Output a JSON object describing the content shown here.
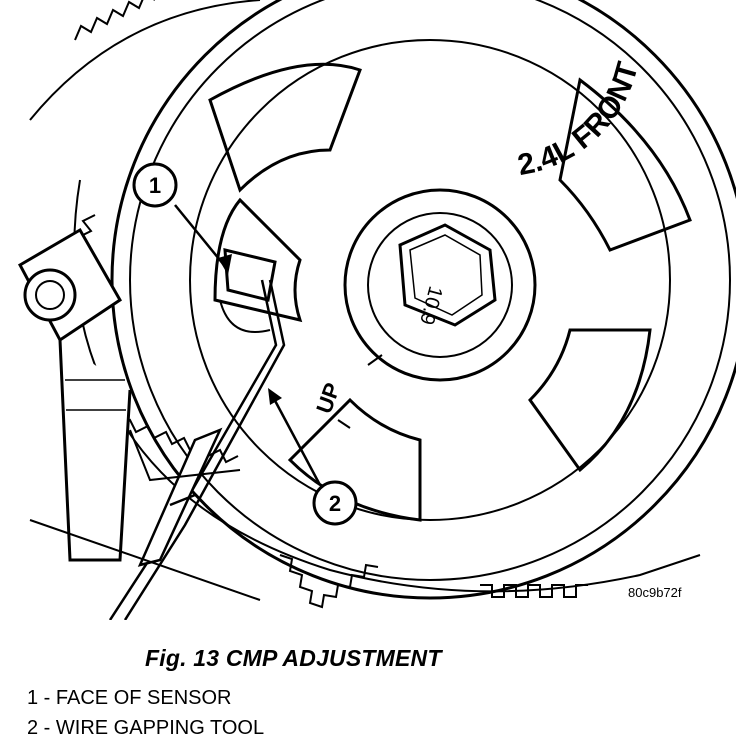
{
  "figure": {
    "image_id": "80c9b72f",
    "caption": "Fig. 13 CMP ADJUSTMENT",
    "engraving": {
      "sprocket_text": "2.4L FRONT",
      "bolt_grade": "10.9",
      "direction_mark": "UP"
    },
    "callouts": [
      {
        "number": "1",
        "label": "1 - FACE OF SENSOR"
      },
      {
        "number": "2",
        "label": "2 - WIRE GAPPING TOOL"
      }
    ]
  }
}
